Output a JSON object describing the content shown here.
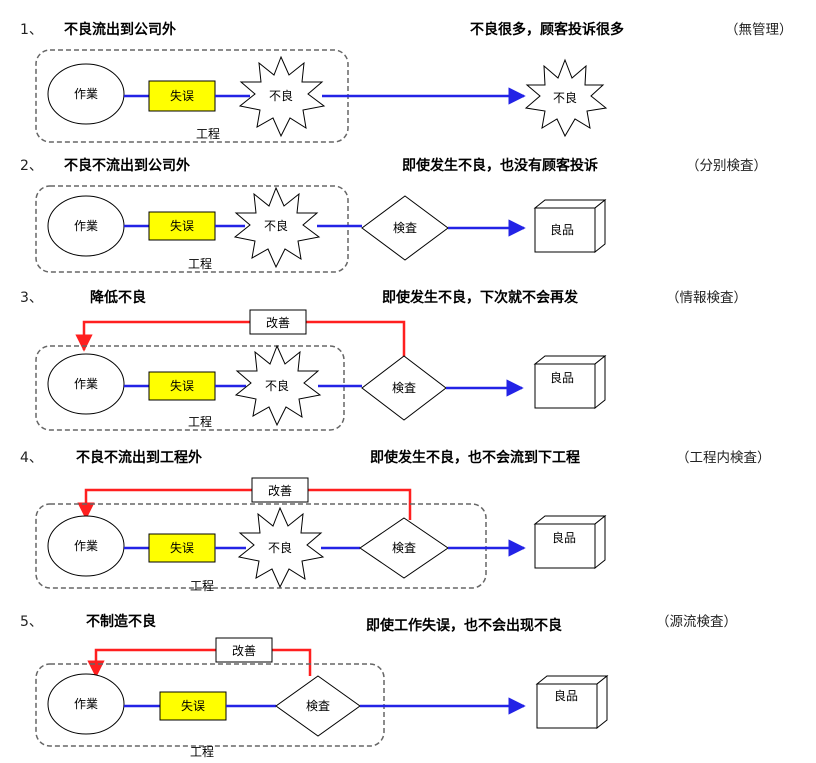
{
  "labels": {
    "work": "作業",
    "mistake": "失误",
    "defect": "不良",
    "process": "工程",
    "inspect": "検査",
    "good": "良品",
    "improve": "改善"
  },
  "sections": [
    {
      "num": "1、",
      "title": "不良流出到公司外",
      "result": "不良很多，顾客投诉很多",
      "tag": "（無管理）"
    },
    {
      "num": "2、",
      "title": "不良不流出到公司外",
      "result": "即使发生不良，也没有顾客投诉",
      "tag": "（分别検査）"
    },
    {
      "num": "3、",
      "title": "降低不良",
      "result": "即使发生不良，下次就不会再发",
      "tag": "（情報検査）"
    },
    {
      "num": "4、",
      "title": "不良不流出到工程外",
      "result": "即使发生不良，也不会流到下工程",
      "tag": "（工程内検査）"
    },
    {
      "num": "5、",
      "title": "不制造不良",
      "result": "即使工作失误，也不会出现不良",
      "tag": "（源流検査）"
    }
  ],
  "colors": {
    "flow": "#2323e6",
    "feedback": "#ff1f1f",
    "mistake_fill": "#ffff00",
    "box_border": "#666666"
  }
}
